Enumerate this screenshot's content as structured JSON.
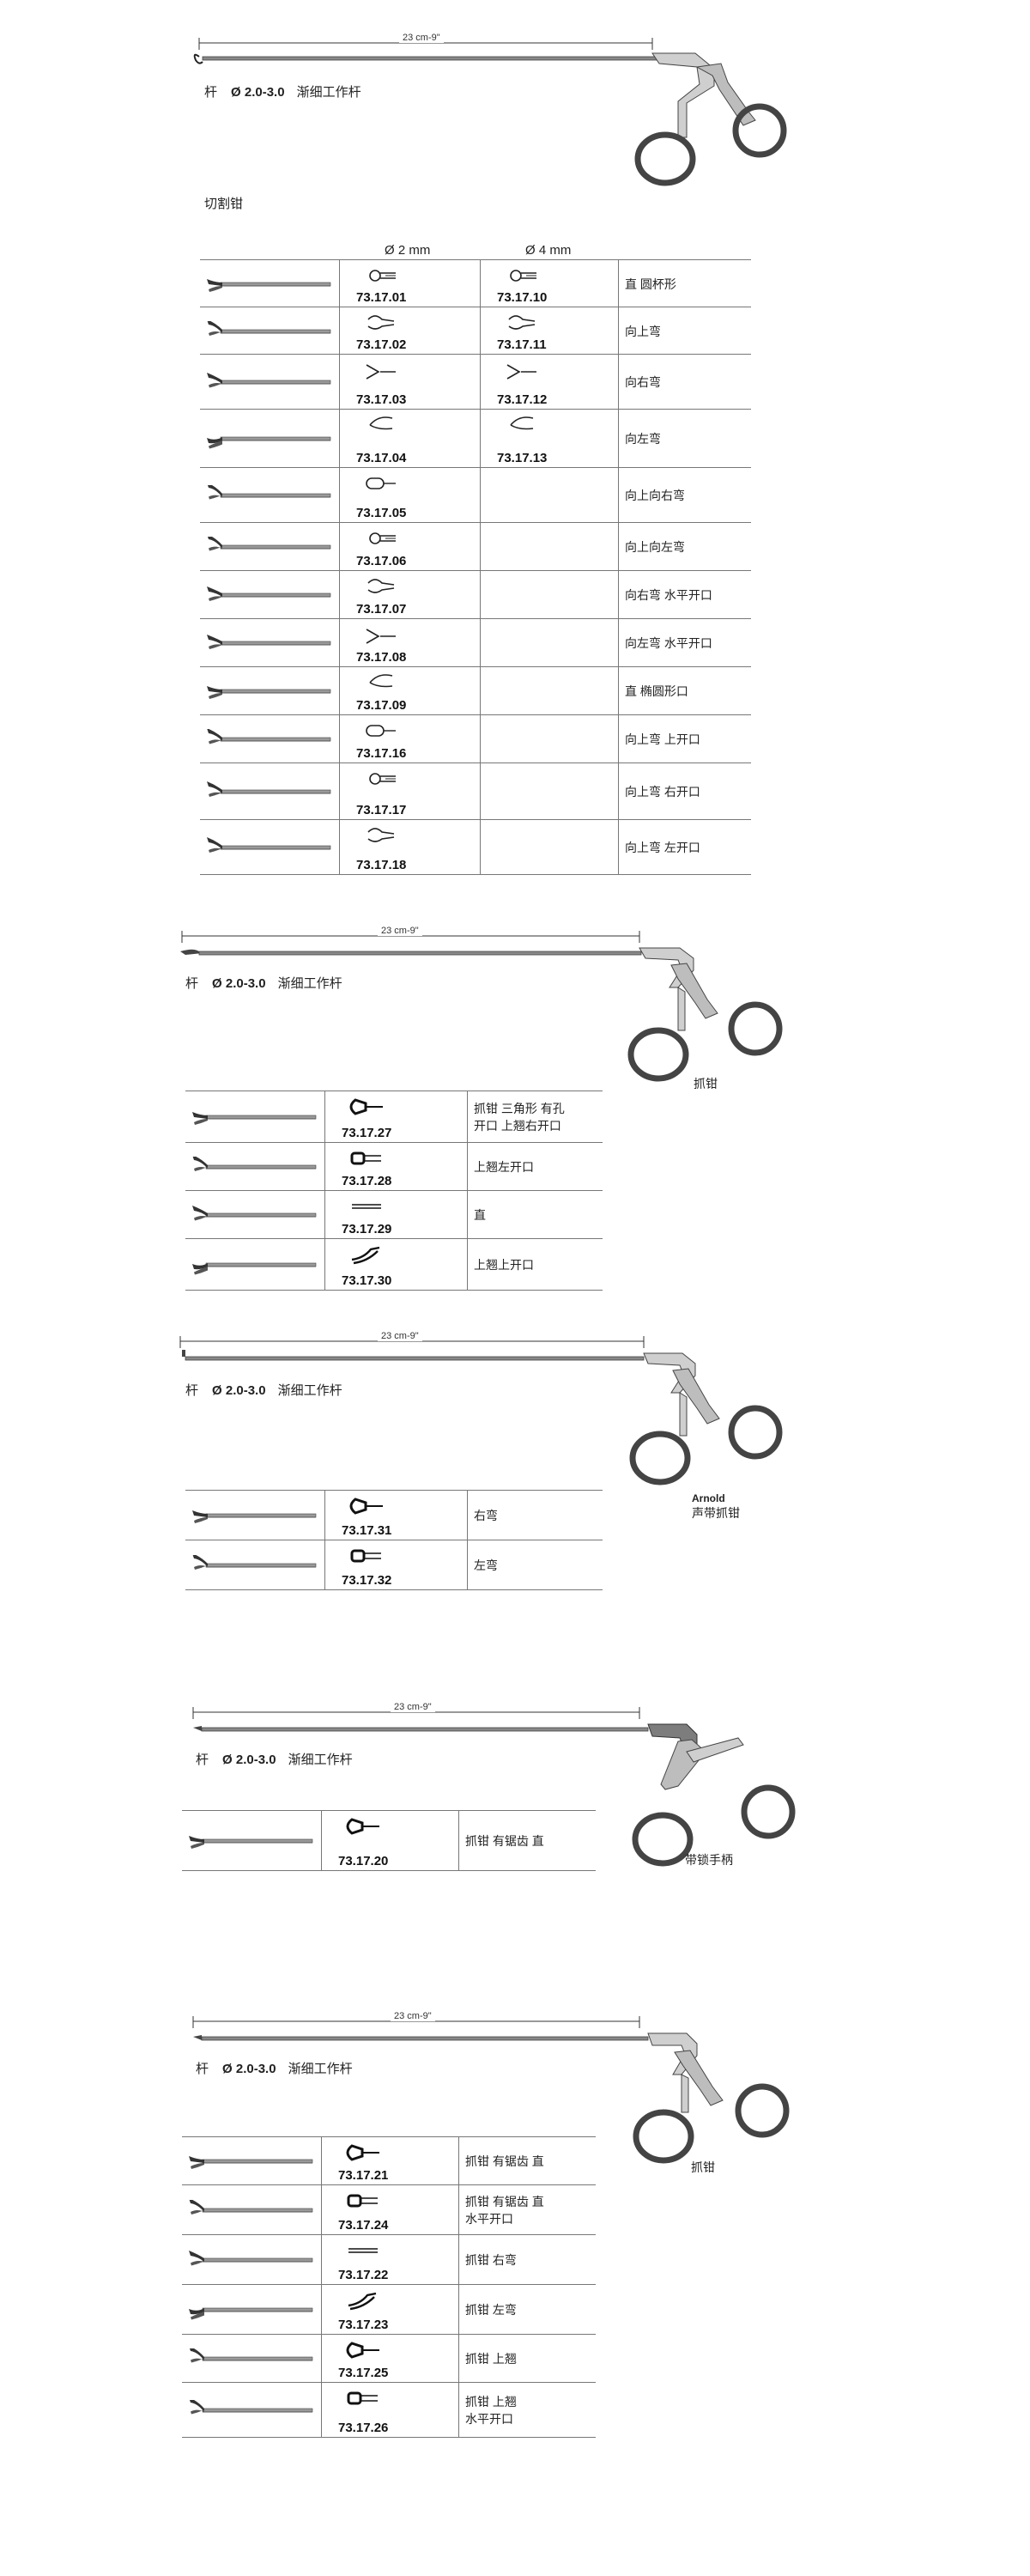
{
  "sections": [
    {
      "id": "s1",
      "dimension": "23 cm-9\"",
      "shaft_prefix": "杆",
      "shaft_dia": "Ø 2.0-3.0",
      "shaft_desc": "渐细工作杆",
      "section_title": "切割钳",
      "caption_title": "",
      "caption": "",
      "headers": [
        "Ø 2 mm",
        "Ø 4 mm"
      ],
      "rows": [
        {
          "code2": "73.17.01",
          "code4": "73.17.10",
          "desc": [
            "直  圆杯形"
          ]
        },
        {
          "code2": "73.17.02",
          "code4": "73.17.11",
          "desc": [
            "向上弯"
          ]
        },
        {
          "code2": "73.17.03",
          "code4": "73.17.12",
          "desc": [
            "向右弯"
          ]
        },
        {
          "code2": "73.17.04",
          "code4": "73.17.13",
          "desc": [
            "向左弯"
          ]
        },
        {
          "code2": "73.17.05",
          "code4": "",
          "desc": [
            "向上向右弯"
          ]
        },
        {
          "code2": "73.17.06",
          "code4": "",
          "desc": [
            "向上向左弯"
          ]
        },
        {
          "code2": "73.17.07",
          "code4": "",
          "desc": [
            "向右弯  水平开口"
          ]
        },
        {
          "code2": "73.17.08",
          "code4": "",
          "desc": [
            "向左弯  水平开口"
          ]
        },
        {
          "code2": "73.17.09",
          "code4": "",
          "desc": [
            "直  椭圆形口"
          ]
        },
        {
          "code2": "73.17.16",
          "code4": "",
          "desc": [
            "向上弯  上开口"
          ]
        },
        {
          "code2": "73.17.17",
          "code4": "",
          "desc": [
            "向上弯  右开口"
          ]
        },
        {
          "code2": "73.17.18",
          "code4": "",
          "desc": [
            "向上弯  左开口"
          ]
        }
      ]
    },
    {
      "id": "s2",
      "dimension": "23 cm-9\"",
      "shaft_prefix": "杆",
      "shaft_dia": "Ø 2.0-3.0",
      "shaft_desc": "渐细工作杆",
      "caption_title": "",
      "caption": "抓钳",
      "rows": [
        {
          "code": "73.17.27",
          "desc": [
            "抓钳  三角形  有孔",
            "开口  上翘右开口"
          ]
        },
        {
          "code": "73.17.28",
          "desc": [
            "上翘左开口"
          ]
        },
        {
          "code": "73.17.29",
          "desc": [
            "直"
          ]
        },
        {
          "code": "73.17.30",
          "desc": [
            "上翘上开口"
          ]
        }
      ]
    },
    {
      "id": "s3",
      "dimension": "23 cm-9\"",
      "shaft_prefix": "杆",
      "shaft_dia": "Ø 2.0-3.0",
      "shaft_desc": "渐细工作杆",
      "caption_title": "Arnold",
      "caption": "声带抓钳",
      "rows": [
        {
          "code": "73.17.31",
          "desc": [
            "右弯"
          ]
        },
        {
          "code": "73.17.32",
          "desc": [
            "左弯"
          ]
        }
      ]
    },
    {
      "id": "s4",
      "dimension": "23 cm-9\"",
      "shaft_prefix": "杆",
      "shaft_dia": "Ø 2.0-3.0",
      "shaft_desc": "渐细工作杆",
      "caption_title": "",
      "caption": "带锁手柄",
      "rows": [
        {
          "code": "73.17.20",
          "desc": [
            "抓钳  有锯齿  直"
          ]
        }
      ]
    },
    {
      "id": "s5",
      "dimension": "23 cm-9\"",
      "shaft_prefix": "杆",
      "shaft_dia": "Ø 2.0-3.0",
      "shaft_desc": "渐细工作杆",
      "caption_title": "",
      "caption": "抓钳",
      "rows": [
        {
          "code": "73.17.21",
          "desc": [
            "抓钳  有锯齿  直"
          ]
        },
        {
          "code": "73.17.24",
          "desc": [
            "抓钳  有锯齿  直",
            "水平开口"
          ]
        },
        {
          "code": "73.17.22",
          "desc": [
            "抓钳  右弯"
          ]
        },
        {
          "code": "73.17.23",
          "desc": [
            "抓钳  左弯"
          ]
        },
        {
          "code": "73.17.25",
          "desc": [
            "抓钳  上翘"
          ]
        },
        {
          "code": "73.17.26",
          "desc": [
            "抓钳  上翘",
            "水平开口"
          ]
        }
      ]
    }
  ]
}
